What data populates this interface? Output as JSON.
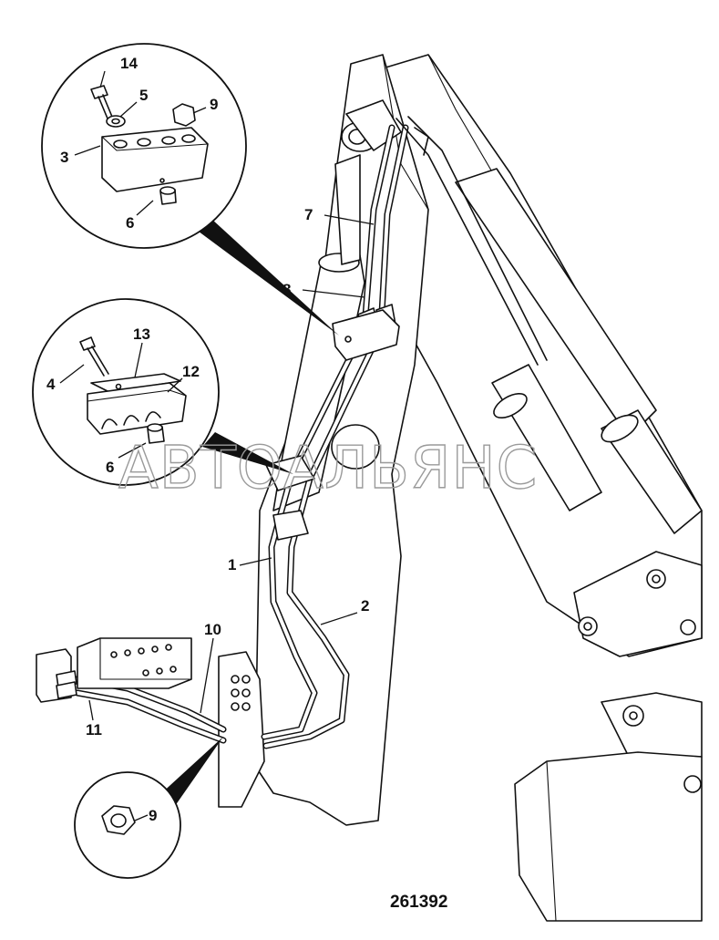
{
  "figure": {
    "drawing_number": "261392",
    "watermark": "АВТОАЛЬЯНС"
  },
  "callouts": {
    "c1": "1",
    "c2": "2",
    "c3": "3",
    "c4": "4",
    "c5": "5",
    "c6_top": "6",
    "c6_mid": "6",
    "c7": "7",
    "c8": "8",
    "c9_top": "9",
    "c9_bottom": "9",
    "c10": "10",
    "c11": "11",
    "c12": "12",
    "c13": "13",
    "c14": "14"
  }
}
